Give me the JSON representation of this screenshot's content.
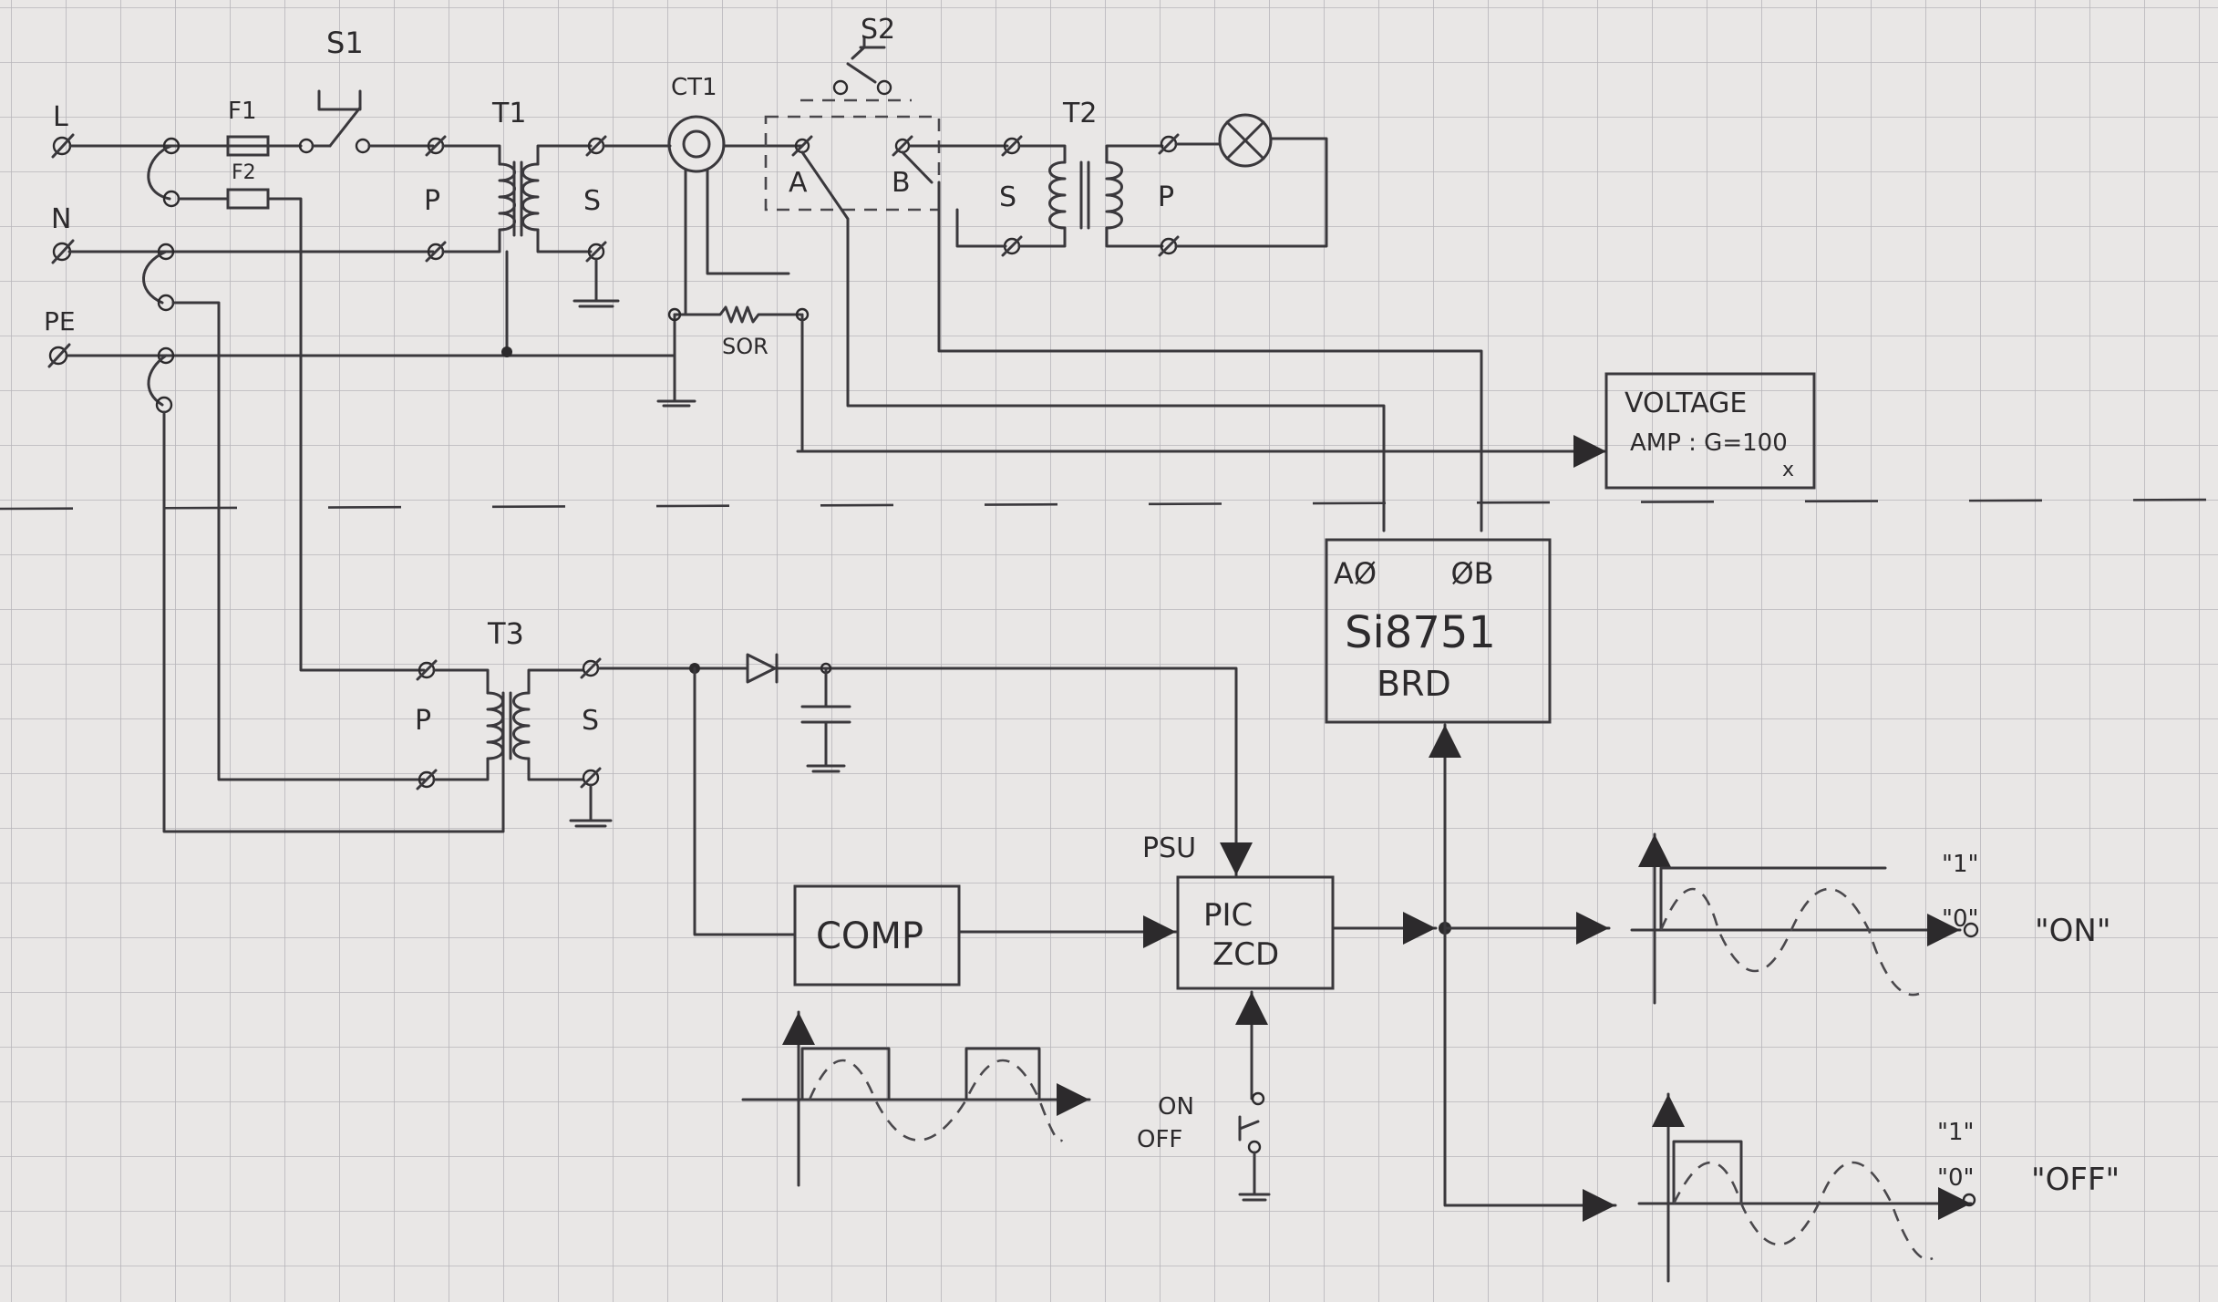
{
  "terminals": {
    "line": "L",
    "neutral": "N",
    "earth": "PE"
  },
  "fuses": {
    "f1": "F1",
    "f2": "F2"
  },
  "switches": {
    "s1": "S1",
    "s2": "S2"
  },
  "transformers": {
    "t1": "T1",
    "t2": "T2",
    "t3": "T3",
    "primary": "P",
    "secondary": "S"
  },
  "current_transformer": "CT1",
  "relay_contacts": {
    "a": "A",
    "b": "B"
  },
  "resistor": "SOR",
  "voltage_amp": {
    "line1": "VOLTAGE",
    "line2": "AMP : G=100",
    "suffix": "x"
  },
  "isolator": {
    "pins": "AØ        ØB",
    "name": "Si8751",
    "sub": "BRD"
  },
  "psu_label": "PSU",
  "comp_label": "COMP",
  "pic": {
    "line1": "PIC",
    "line2": "ZCD"
  },
  "control_switch": {
    "on": "ON",
    "off": "OFF"
  },
  "outputs": {
    "on_high": "\"1\"",
    "on_low": "\"0\"",
    "on_state": "\"ON\"",
    "off_high": "\"1\"",
    "off_low": "\"0\"",
    "off_state": "\"OFF\""
  },
  "colors": {
    "paper": "#e9e7e6",
    "grid": "#b7b5ba",
    "ink": "#2c2a2c"
  }
}
